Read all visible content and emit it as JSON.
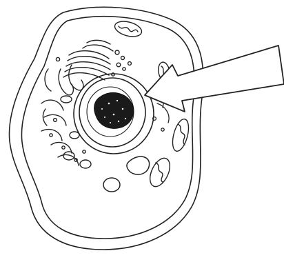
{
  "diagram": {
    "subject": "animal-cell",
    "style": "black line drawing on white",
    "colors": {
      "line": "#222222",
      "background": "#ffffff",
      "chromatin": "#1a1a1a"
    },
    "parts": [
      {
        "name": "cell-membrane"
      },
      {
        "name": "cytoplasm-inner-outline"
      },
      {
        "name": "nucleus"
      },
      {
        "name": "nuclear-envelope"
      },
      {
        "name": "nucleolus"
      },
      {
        "name": "golgi-apparatus"
      },
      {
        "name": "endoplasmic-reticulum"
      },
      {
        "name": "mitochondrion"
      },
      {
        "name": "vacuole"
      },
      {
        "name": "pointer-arrow",
        "target": "nuclear-envelope"
      }
    ]
  }
}
